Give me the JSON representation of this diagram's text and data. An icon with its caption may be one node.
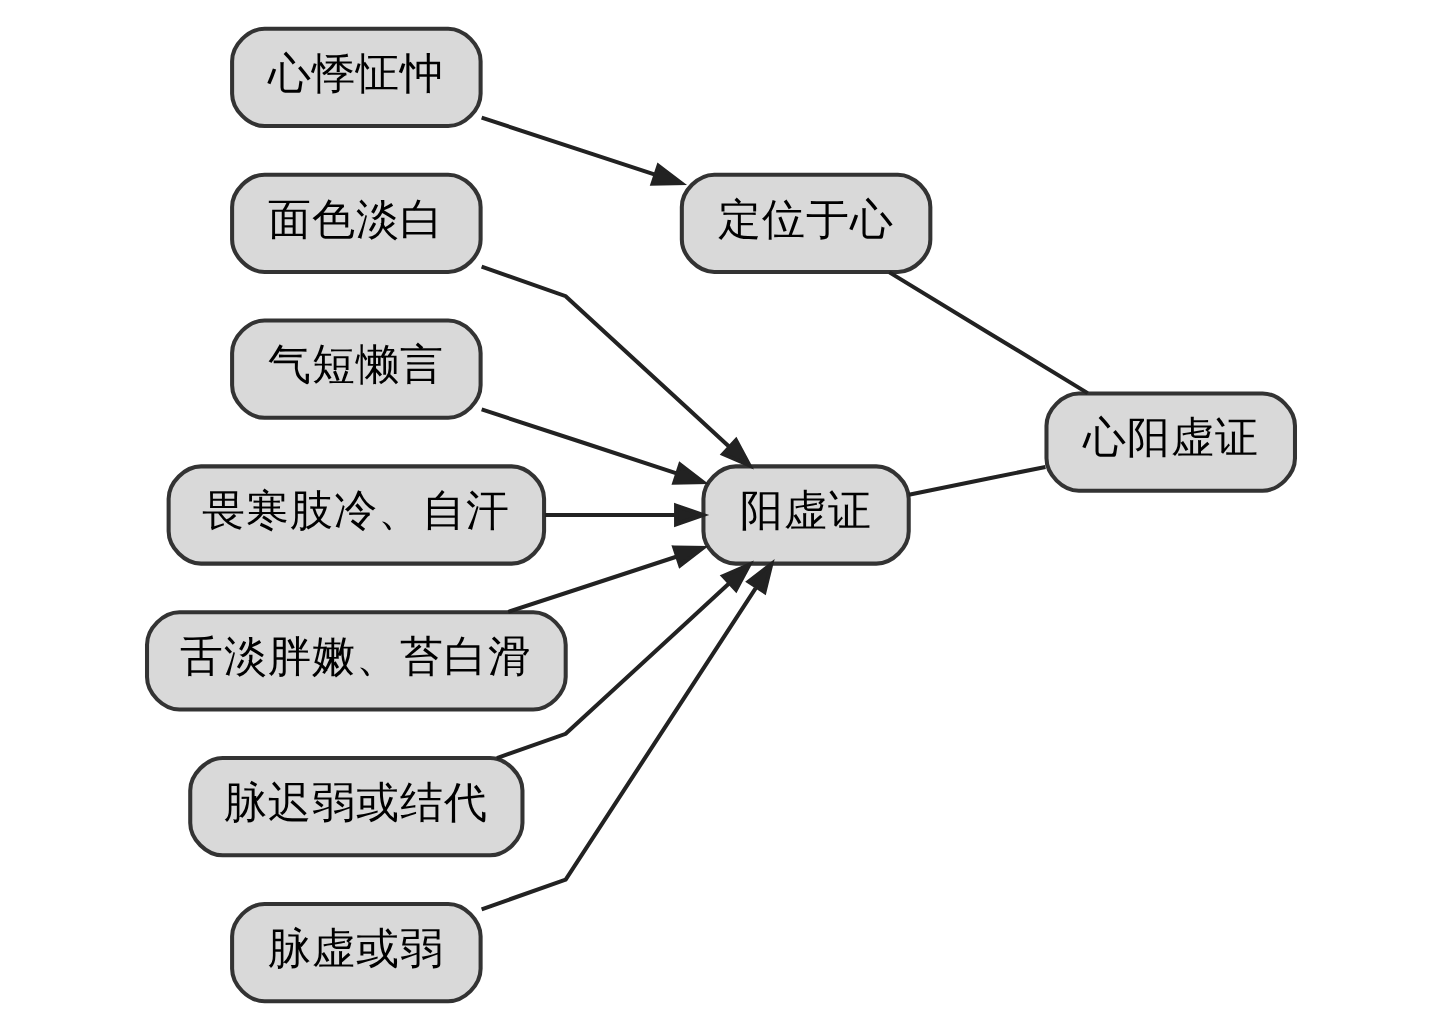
{
  "diagram": {
    "nodes": [
      {
        "text": [
          "心悸怔忡"
        ]
      },
      {
        "text": [
          "定位于心"
        ]
      },
      {
        "text": [
          "面色淡白"
        ]
      },
      {
        "text": [
          "气短懒言"
        ]
      },
      {
        "text": [
          "畏寒肢冷、自汗"
        ]
      },
      {
        "text": [
          "舌淡胖嫩、苔白滑"
        ]
      },
      {
        "text": [
          "脉迟弱或结代"
        ]
      },
      {
        "text": [
          "脉虚或弱"
        ]
      },
      {
        "text": [
          "阳虚证"
        ]
      },
      {
        "text": [
          "心阳虚证"
        ]
      }
    ],
    "edges": [
      {
        "from": 0,
        "to": 1,
        "arrow": "to"
      },
      {
        "from": 2,
        "to": 8,
        "arrow": "to"
      },
      {
        "from": 3,
        "to": 8,
        "arrow": "to"
      },
      {
        "from": 4,
        "to": 8,
        "arrow": "to"
      },
      {
        "from": 5,
        "to": 8,
        "arrow": "to"
      },
      {
        "from": 6,
        "to": 8,
        "arrow": "to"
      },
      {
        "from": 7,
        "to": 8,
        "arrow": "to"
      },
      {
        "from": 1,
        "to": 9,
        "arrow": "none"
      },
      {
        "from": 8,
        "to": 9,
        "arrow": "none"
      }
    ]
  }
}
